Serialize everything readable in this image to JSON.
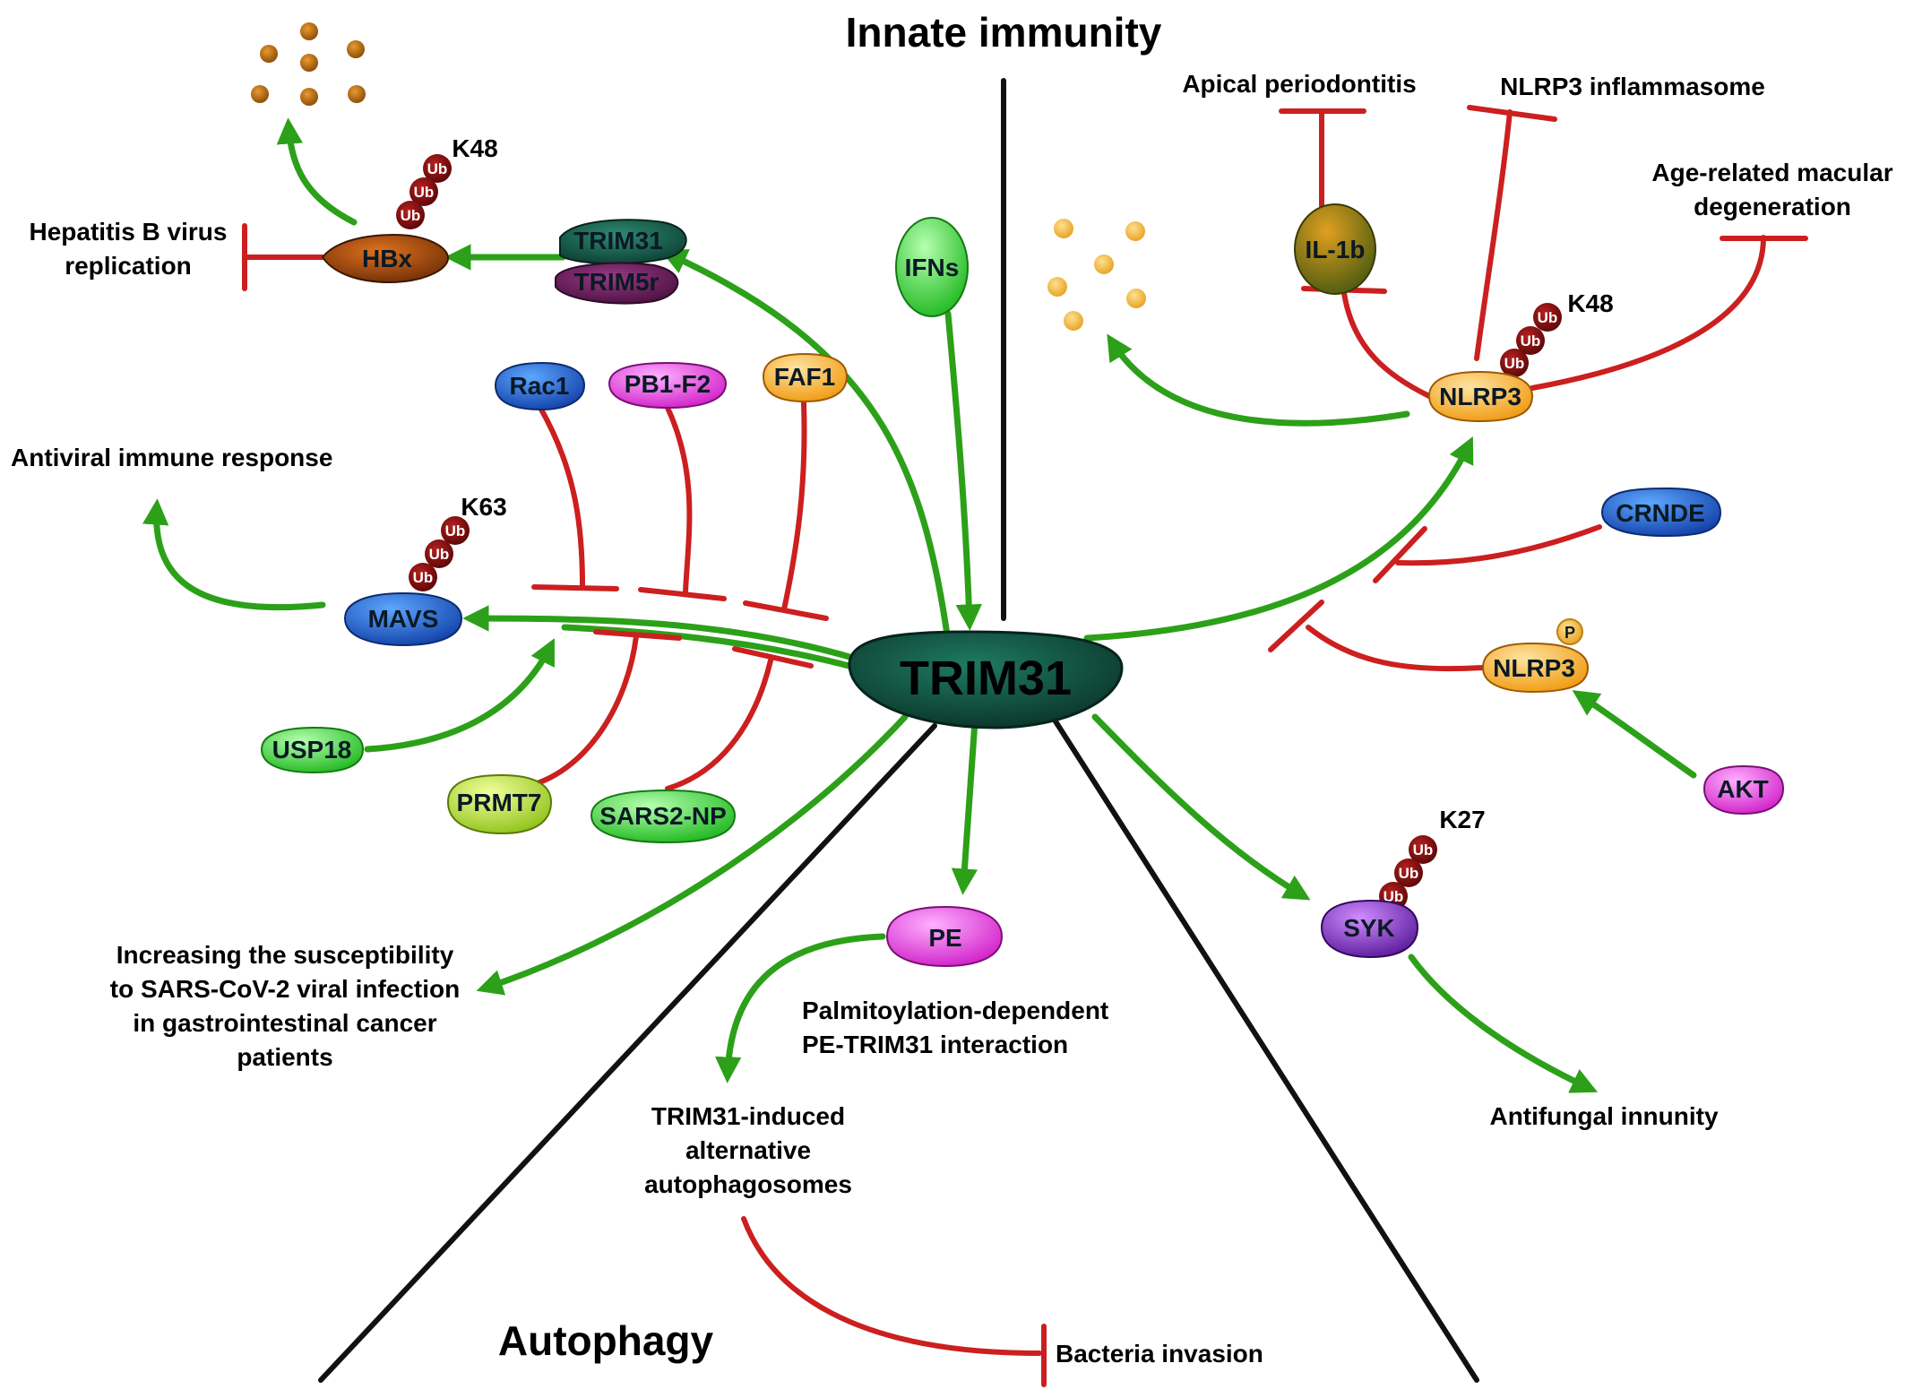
{
  "sections": {
    "innate": "Innate immunity",
    "autophagy": "Autophagy"
  },
  "hub": "TRIM31",
  "nodes": {
    "trim31_top": "TRIM31",
    "trim5r": "TRIM5r",
    "hbx": "HBx",
    "ifns": "IFNs",
    "rac1": "Rac1",
    "pb1f2": "PB1-F2",
    "faf1": "FAF1",
    "mavs": "MAVS",
    "usp18": "USP18",
    "prmt7": "PRMT7",
    "sars2np": "SARS2-NP",
    "pe": "PE",
    "il1b": "IL-1b",
    "nlrp3_top": "NLRP3",
    "crnde": "CRNDE",
    "nlrp3_p": "NLRP3",
    "akt": "AKT",
    "syk": "SYK"
  },
  "ub": "Ub",
  "phos": "P",
  "links": {
    "k48_hbx": "K48",
    "k63": "K63",
    "k48_nlrp3": "K48",
    "k27": "K27"
  },
  "outcomes": {
    "hbv_1": "Hepatitis B virus",
    "hbv_2": "replication",
    "antiviral": "Antiviral immune response",
    "sars_1": "Increasing the susceptibility",
    "sars_2": "to SARS-CoV-2 viral infection",
    "sars_3": "in gastrointestinal cancer",
    "sars_4": "patients",
    "palm_1": "Palmitoylation-dependent",
    "palm_2": "PE-TRIM31 interaction",
    "auto_1": "TRIM31-induced",
    "auto_2": "alternative",
    "auto_3": "autophagosomes",
    "bacteria": "Bacteria invasion",
    "apical": "Apical periodontitis",
    "inflammasome": "NLRP3 inflammasome",
    "amd_1": "Age-related macular",
    "amd_2": "degeneration",
    "antifungal": "Antifungal innunity"
  },
  "colors": {
    "activation": "#2ca019",
    "inhibition": "#cc1f1f",
    "divider": "#111111",
    "hub": "#0d4a3a",
    "ubiquitin": "#7a0c0c"
  }
}
